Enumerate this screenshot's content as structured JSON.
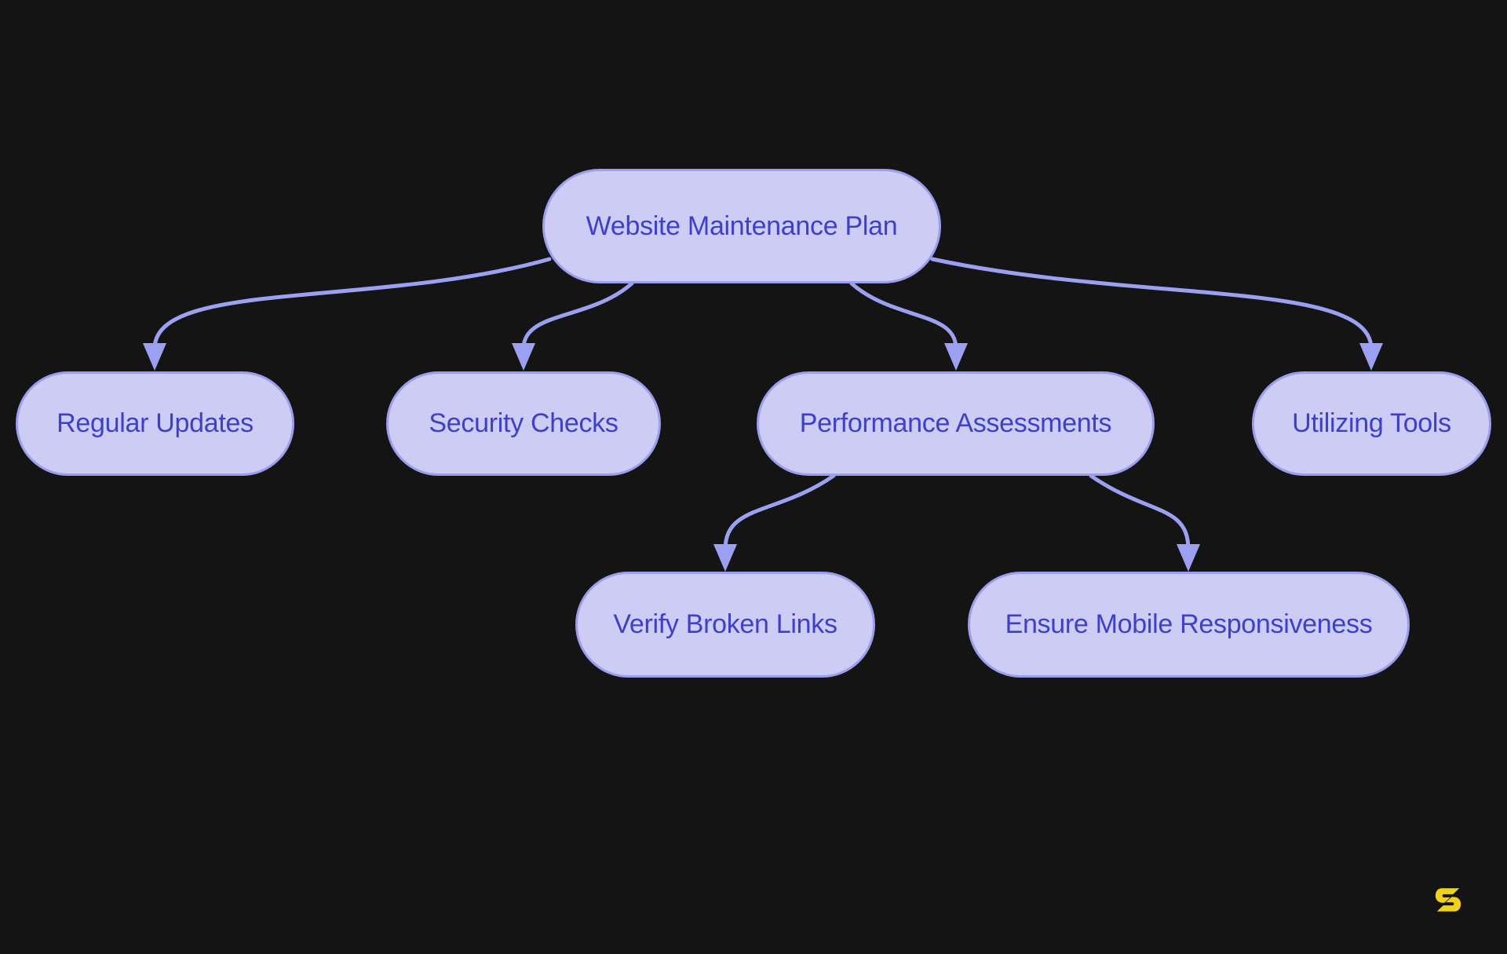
{
  "diagram": {
    "type": "flowchart",
    "direction": "top-down"
  },
  "nodes": {
    "root": {
      "label": "Website Maintenance Plan"
    },
    "regular_updates": {
      "label": "Regular Updates"
    },
    "security_checks": {
      "label": "Security Checks"
    },
    "performance_assessments": {
      "label": "Performance Assessments"
    },
    "utilizing_tools": {
      "label": "Utilizing Tools"
    },
    "verify_broken_links": {
      "label": "Verify Broken Links"
    },
    "ensure_mobile_responsiveness": {
      "label": "Ensure Mobile Responsiveness"
    }
  },
  "edges": [
    {
      "from": "Website Maintenance Plan",
      "to": "Regular Updates"
    },
    {
      "from": "Website Maintenance Plan",
      "to": "Security Checks"
    },
    {
      "from": "Website Maintenance Plan",
      "to": "Performance Assessments"
    },
    {
      "from": "Website Maintenance Plan",
      "to": "Utilizing Tools"
    },
    {
      "from": "Performance Assessments",
      "to": "Verify Broken Links"
    },
    {
      "from": "Performance Assessments",
      "to": "Ensure Mobile Responsiveness"
    }
  ],
  "colors": {
    "background": "#141415",
    "node_fill": "#ccccf5",
    "node_border": "#9b9eec",
    "edge": "#9ba1f0",
    "node_text": "#3e40c8",
    "logo": "#f0d319"
  },
  "logo": {
    "icon": "s-logo"
  }
}
